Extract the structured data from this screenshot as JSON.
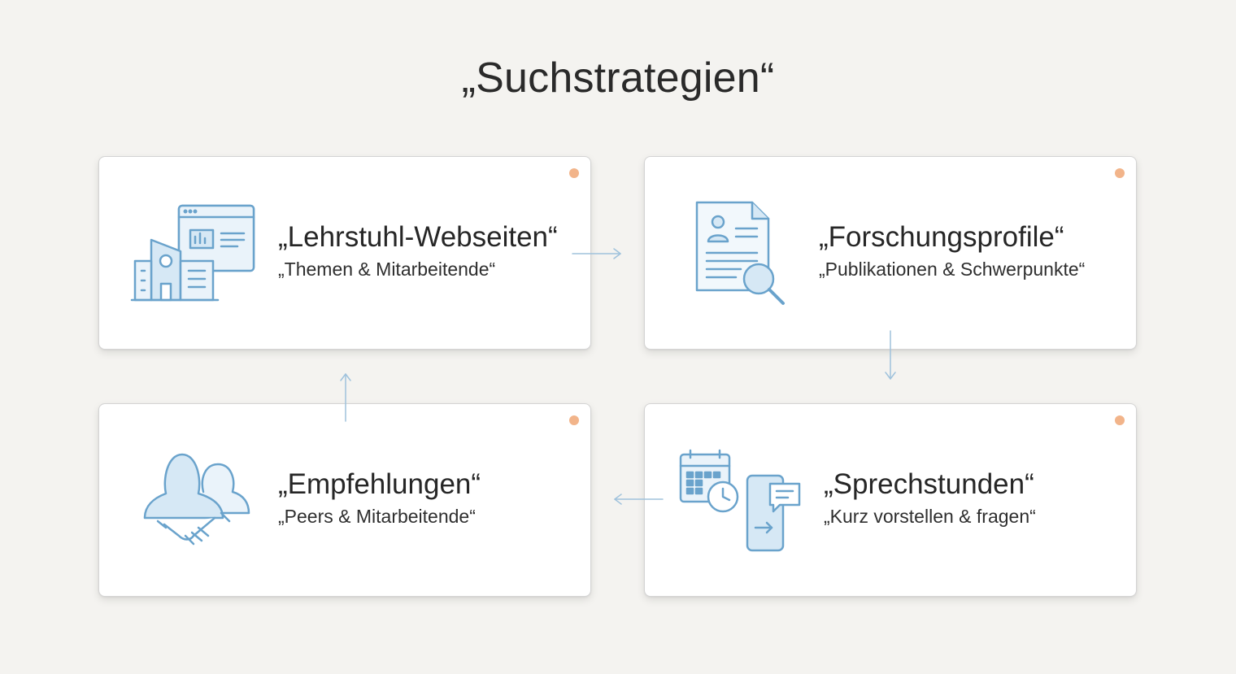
{
  "diagram": {
    "title": "„Suchstrategien“",
    "cards": [
      {
        "id": "lehrstuhl",
        "heading": "„Lehrstuhl-Webseiten“",
        "subheading": "„Themen & Mitarbeitende“",
        "icon": "building-webpage-icon"
      },
      {
        "id": "forschung",
        "heading": "„Forschungsprofile“",
        "subheading": "„Publikationen & Schwerpunkte“",
        "icon": "profile-document-search-icon"
      },
      {
        "id": "sprechstunden",
        "heading": "„Sprechstunden“",
        "subheading": "„Kurz vorstellen & fragen“",
        "icon": "calendar-phone-chat-icon"
      },
      {
        "id": "empfehlungen",
        "heading": "„Empfehlungen“",
        "subheading": "„Peers & Mitarbeitende“",
        "icon": "people-handshake-icon"
      }
    ],
    "flow": [
      "lehrstuhl",
      "forschung",
      "sprechstunden",
      "empfehlungen",
      "lehrstuhl"
    ],
    "colors": {
      "background": "#f4f3f0",
      "card": "#ffffff",
      "icon_stroke": "#6aa3cc",
      "icon_fill": "#d6e8f5",
      "accent_dot": "#f2b48a",
      "arrow": "#9fc2dc"
    }
  }
}
